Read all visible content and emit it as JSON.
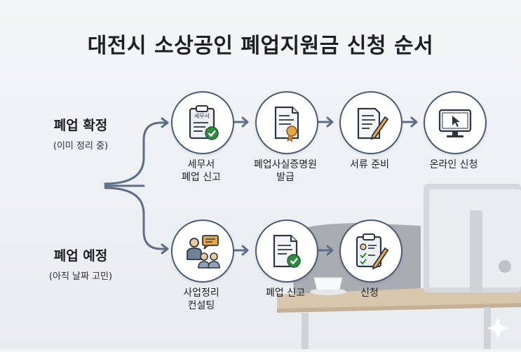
{
  "title": "대전시 소상공인 폐업지원금 신청 순서",
  "branches": [
    {
      "title": "폐업 확정",
      "subtitle": "(이미 정리 중)",
      "steps": [
        {
          "label": "세무서\n폐업 신고",
          "icon": "clipboard-check-icon"
        },
        {
          "label": "폐업사실증명원\n발급",
          "icon": "certificate-icon"
        },
        {
          "label": "서류 준비",
          "icon": "document-pencil-icon"
        },
        {
          "label": "온라인 신청",
          "icon": "monitor-cursor-icon"
        }
      ]
    },
    {
      "title": "폐업 예정",
      "subtitle": "(아직 날짜 고민)",
      "steps": [
        {
          "label": "사업정리\n컨설팅",
          "icon": "consulting-icon"
        },
        {
          "label": "폐업 신고",
          "icon": "document-check-icon"
        },
        {
          "label": "신청",
          "icon": "clipboard-pen-icon"
        }
      ]
    }
  ],
  "icon_text": {
    "tax_office_doc": "세무서"
  },
  "colors": {
    "node_border": "#4a5b74",
    "connector": "#5d6f88",
    "check_green": "#2e8b3f",
    "ribbon": "#c9862f"
  }
}
